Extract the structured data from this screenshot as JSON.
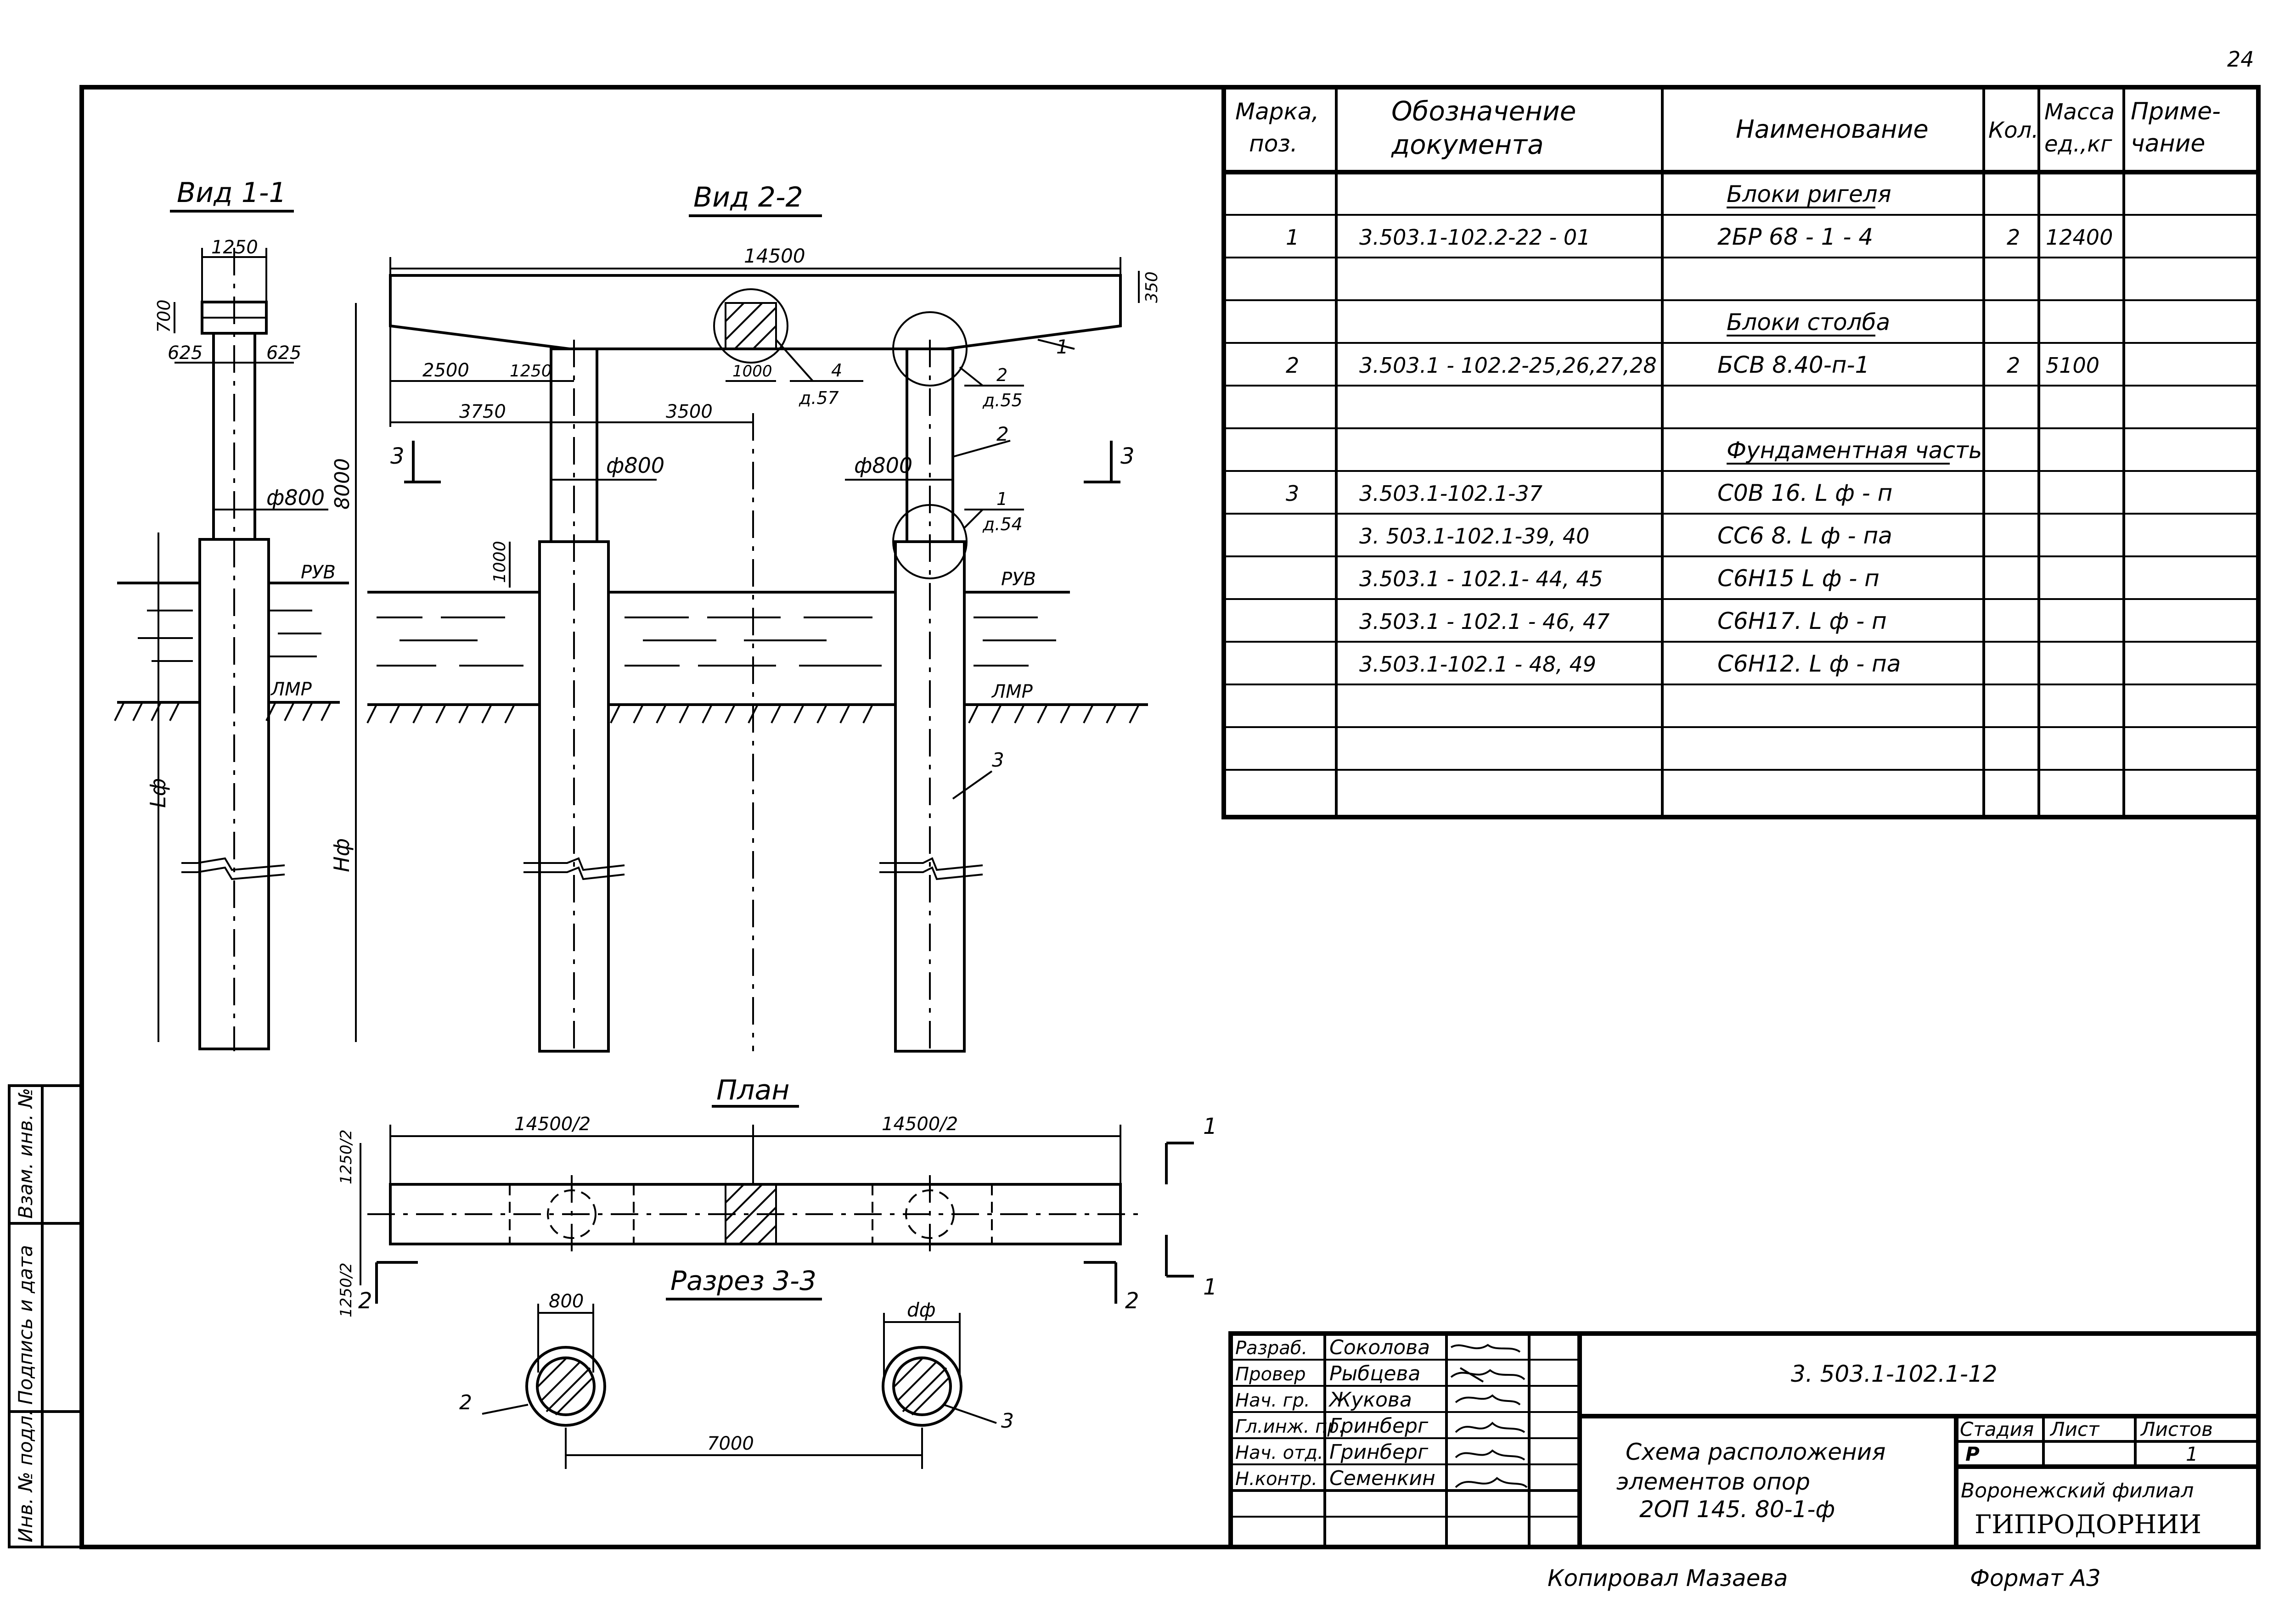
{
  "page_number": "24",
  "spec_table": {
    "headers": {
      "mark": [
        "Марка,",
        "поз."
      ],
      "designation": [
        "Обозначение",
        "документа"
      ],
      "name": "Наименование",
      "qty": "Кол.",
      "mass": [
        "Масса",
        "ед.,кг"
      ],
      "note": [
        "Приме-",
        "чание"
      ]
    },
    "rows": [
      {
        "mark": "",
        "designation": "",
        "name": "Блоки ригеля",
        "qty": "",
        "mass": "",
        "section": true
      },
      {
        "mark": "1",
        "designation": "3.503.1-102.2-22 - 01",
        "name": "2БР 68 - 1 - 4",
        "qty": "2",
        "mass": "12400"
      },
      {
        "mark": "",
        "designation": "",
        "name": "",
        "qty": "",
        "mass": ""
      },
      {
        "mark": "",
        "designation": "",
        "name": "Блоки столба",
        "qty": "",
        "mass": "",
        "section": true
      },
      {
        "mark": "2",
        "designation": "3.503.1 - 102.2-25,26,27,28",
        "name": "БСВ 8.40-п-1",
        "qty": "2",
        "mass": "5100"
      },
      {
        "mark": "",
        "designation": "",
        "name": "",
        "qty": "",
        "mass": ""
      },
      {
        "mark": "",
        "designation": "",
        "name": "Фундаментная часть",
        "qty": "",
        "mass": "",
        "section": true
      },
      {
        "mark": "3",
        "designation": "3.503.1-102.1-37",
        "name": "С0В 16. L ф - п",
        "qty": "",
        "mass": ""
      },
      {
        "mark": "",
        "designation": "3. 503.1-102.1-39, 40",
        "name": "СС6 8. L ф - па",
        "qty": "",
        "mass": ""
      },
      {
        "mark": "",
        "designation": "3.503.1 - 102.1- 44, 45",
        "name": "С6Н15 L ф - п",
        "qty": "",
        "mass": ""
      },
      {
        "mark": "",
        "designation": "3.503.1 - 102.1 - 46, 47",
        "name": "С6Н17. L ф - п",
        "qty": "",
        "mass": ""
      },
      {
        "mark": "",
        "designation": "3.503.1-102.1 - 48, 49",
        "name": "С6Н12. L ф - па",
        "qty": "",
        "mass": ""
      },
      {
        "mark": "",
        "designation": "",
        "name": "",
        "qty": "",
        "mass": ""
      },
      {
        "mark": "",
        "designation": "",
        "name": "",
        "qty": "",
        "mass": ""
      }
    ]
  },
  "views": {
    "view11": {
      "title": "Вид 1-1",
      "dim_top": "1250",
      "dim_700": "700",
      "dim_625_left": "625",
      "dim_625_right": "625",
      "dim_phi": "ф800",
      "label_ruv": "РУВ",
      "label_lmr": "ЛМР",
      "label_lf": "Lф"
    },
    "view22": {
      "title": "Вид 2-2",
      "dim_length": "14500",
      "dim_350": "350",
      "dim_8000": "8000",
      "dim_2500": "2500",
      "dim_1250": "1250",
      "dim_1000_top": "1000",
      "dim_3750": "3750",
      "dim_3500": "3500",
      "dim_phi_left": "ф800",
      "dim_phi_right": "ф800",
      "dim_1000_side": "1000",
      "section_marker_left": "3",
      "section_marker_right": "3",
      "callout_1": "1",
      "callout_2": "2",
      "callout_3": "3",
      "node_4": "4",
      "node_4_ref": "д.57",
      "node_2": "2",
      "node_2_ref": "д.55",
      "node_1": "1",
      "node_1_ref": "д.54",
      "label_ruv": "РУВ",
      "label_lmr": "ЛМР",
      "label_hf": "Hф"
    },
    "plan": {
      "title": "План",
      "dim_left": "14500/2",
      "dim_right": "14500/2",
      "dim_side_top": "1250/2",
      "dim_side_bottom": "1250/2",
      "cut_1_top": "1",
      "cut_1_bottom": "1",
      "cut_2_left": "2",
      "cut_2_right": "2"
    },
    "section33": {
      "title": "Разрез 3-3",
      "dim_800": "800",
      "dim_df": "dф",
      "dim_7000": "7000",
      "callout_2": "2",
      "callout_3": "3"
    }
  },
  "title_block": {
    "doc_code": "3. 503.1-102.1-12",
    "title_lines": [
      "Схема расположения",
      "элементов опор",
      "2ОП 145. 80-1-ф"
    ],
    "roles": [
      {
        "role": "Разраб.",
        "name": "Соколова"
      },
      {
        "role": "Провер",
        "name": "Рыбцева"
      },
      {
        "role": "Нач. гр.",
        "name": "Жукова"
      },
      {
        "role": "Гл.инж. пр.",
        "name": "Гринберг"
      },
      {
        "role": "Нач. отд.",
        "name": "Гринберг"
      },
      {
        "role": "Н.контр.",
        "name": "Семенкин"
      }
    ],
    "stage_header": "Стадия",
    "sheet_header": "Лист",
    "sheets_header": "Листов",
    "stage_value": "Р",
    "sheets_value": "1",
    "org_line1": "Воронежский филиал",
    "org_line2": "ГИПРОДОРНИИ"
  },
  "side_stamp": {
    "inv_no": "Инв. № подл.",
    "sign_date": "Подпись и дата",
    "vzam_inv": "Взам. инв. №"
  },
  "footer": {
    "copied": "Копировал Мазаева",
    "format": "Формат А3"
  }
}
